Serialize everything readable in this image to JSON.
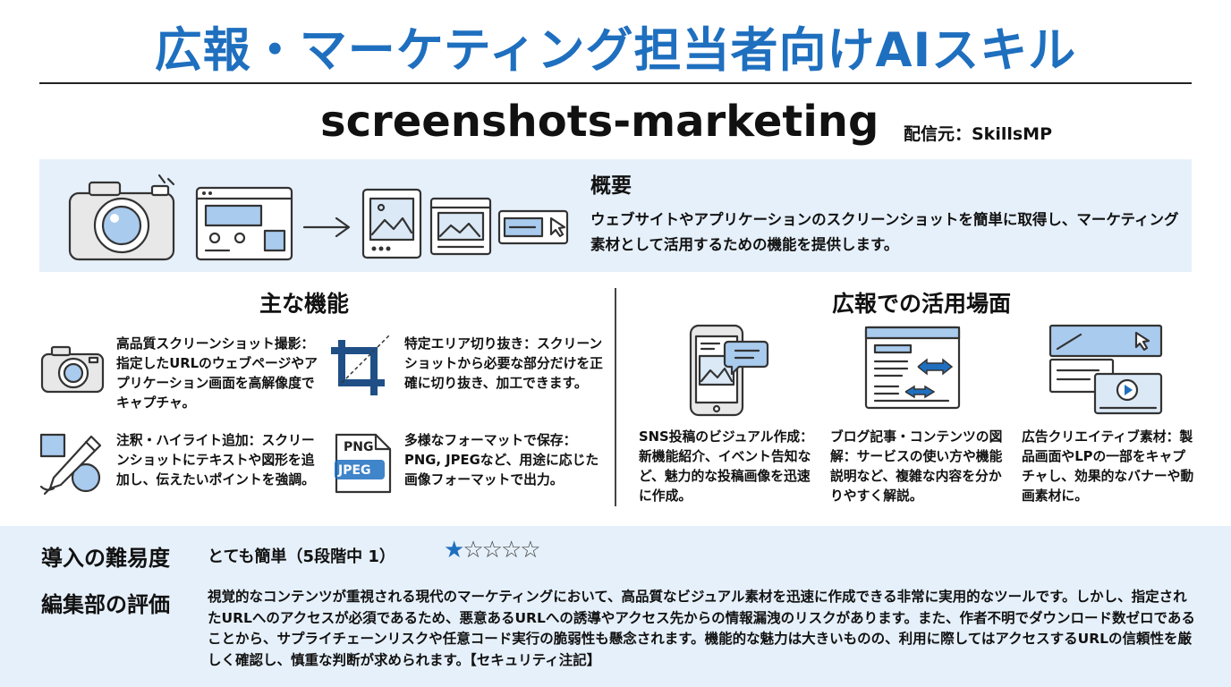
{
  "header": {
    "title": "広報・マーケティング担当者向けAIスキル",
    "skill_name": "screenshots-marketing",
    "source": "配信元：SkillsMP"
  },
  "overview": {
    "heading": "概要",
    "text": "ウェブサイトやアプリケーションのスクリーンショットを簡単に取得し、マーケティング素材として活用するための機能を提供します。"
  },
  "features": {
    "heading": "主な機能",
    "items": [
      {
        "icon": "camera-icon",
        "text": "高品質スクリーンショット撮影：指定したURLのウェブページやアプリケーション画面を高解像度でキャプチャ。"
      },
      {
        "icon": "crop-icon",
        "text": "特定エリア切り抜き：スクリーンショットから必要な部分だけを正確に切り抜き、加工できます。"
      },
      {
        "icon": "pen-icon",
        "text": "注釈・ハイライト追加：スクリーンショットにテキストや図形を追加し、伝えたいポイントを強調。"
      },
      {
        "icon": "file-format-icon",
        "text": "多様なフォーマットで保存：PNG, JPEGなど、用途に応じた画像フォーマットで出力。"
      }
    ],
    "format_labels": [
      "PNG",
      "JPEG"
    ]
  },
  "use_cases": {
    "heading": "広報での活用場面",
    "items": [
      {
        "icon": "smartphone-sns-icon",
        "text": "SNS投稿のビジュアル作成：新機能紹介、イベント告知など、魅力的な投稿画像を迅速に作成。"
      },
      {
        "icon": "blog-article-icon",
        "text": "ブログ記事・コンテンツの図解：サービスの使い方や機能説明など、複雑な内容を分かりやすく解説。"
      },
      {
        "icon": "ad-banner-video-icon",
        "text": "広告クリエイティブ素材：製品画面やLPの一部をキャプチャし、効果的なバナーや動画素材に。"
      }
    ]
  },
  "difficulty": {
    "label": "導入の難易度",
    "value": "とても簡単（5段階中 1）",
    "rating": 1,
    "max": 5
  },
  "review": {
    "label": "編集部の評価",
    "text": "視覚的なコンテンツが重視される現代のマーケティングにおいて、高品質なビジュアル素材を迅速に作成できる非常に実用的なツールです。しかし、指定されたURLへのアクセスが必須であるため、悪意あるURLへの誘導やアクセス先からの情報漏洩のリスクがあります。また、作者不明でダウンロード数ゼロであることから、サプライチェーンリスクや任意コード実行の脆弱性も懸念されます。機能的な魅力は大きいものの、利用に際してはアクセスするURLの信頼性を厳しく確認し、慎重な判断が求められます。【セキュリティ注記】"
  },
  "colors": {
    "accent": "#1f6fbf",
    "band": "#e6f0fa",
    "icon_fill": "#a9cbee"
  }
}
